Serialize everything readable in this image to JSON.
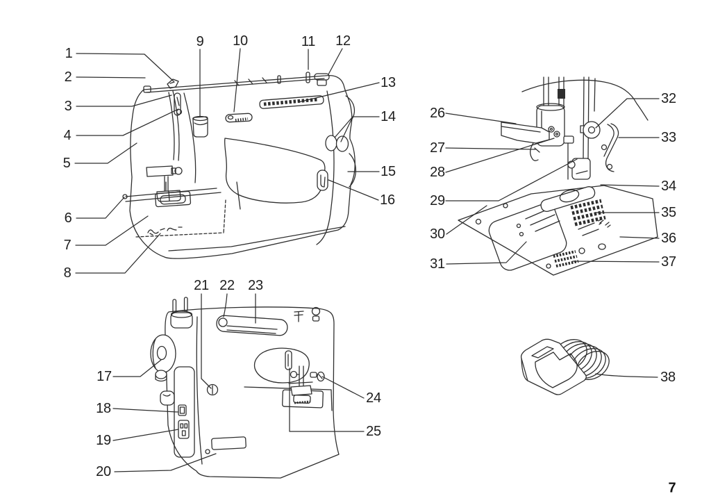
{
  "page_number": "7",
  "callouts": [
    "1",
    "2",
    "3",
    "4",
    "5",
    "6",
    "7",
    "8",
    "9",
    "10",
    "11",
    "12",
    "13",
    "14",
    "15",
    "16",
    "17",
    "18",
    "19",
    "20",
    "21",
    "22",
    "23",
    "24",
    "25",
    "26",
    "27",
    "28",
    "29",
    "30",
    "31",
    "32",
    "33",
    "34",
    "35",
    "36",
    "37",
    "38"
  ]
}
